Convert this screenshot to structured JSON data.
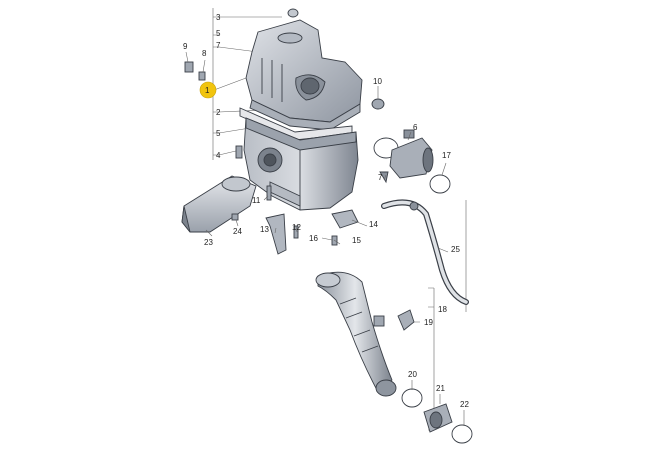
{
  "parts": [
    {
      "id": "p1",
      "label": "1"
    },
    {
      "id": "p2",
      "label": "2"
    },
    {
      "id": "p3",
      "label": "3"
    },
    {
      "id": "p4",
      "label": "4"
    },
    {
      "id": "p5a",
      "label": "5"
    },
    {
      "id": "p5b",
      "label": "5"
    },
    {
      "id": "p6",
      "label": "6"
    },
    {
      "id": "p7a",
      "label": "7"
    },
    {
      "id": "p7b",
      "label": "7"
    },
    {
      "id": "p8",
      "label": "8"
    },
    {
      "id": "p9",
      "label": "9"
    },
    {
      "id": "p10",
      "label": "10"
    },
    {
      "id": "p11",
      "label": "11"
    },
    {
      "id": "p12",
      "label": "12"
    },
    {
      "id": "p13",
      "label": "13"
    },
    {
      "id": "p14",
      "label": "14"
    },
    {
      "id": "p15",
      "label": "15"
    },
    {
      "id": "p16",
      "label": "16"
    },
    {
      "id": "p17",
      "label": "17"
    },
    {
      "id": "p18",
      "label": "18"
    },
    {
      "id": "p19",
      "label": "19"
    },
    {
      "id": "p20",
      "label": "20"
    },
    {
      "id": "p21",
      "label": "21"
    },
    {
      "id": "p22",
      "label": "22"
    },
    {
      "id": "p23",
      "label": "23"
    },
    {
      "id": "p24",
      "label": "24"
    },
    {
      "id": "p25",
      "label": "25"
    }
  ],
  "colors": {
    "highlight": "#f1c40f",
    "part_light": "#c8ccd3",
    "part_mid": "#9aa1ab",
    "part_dark": "#6d747e",
    "lead": "#666666"
  }
}
